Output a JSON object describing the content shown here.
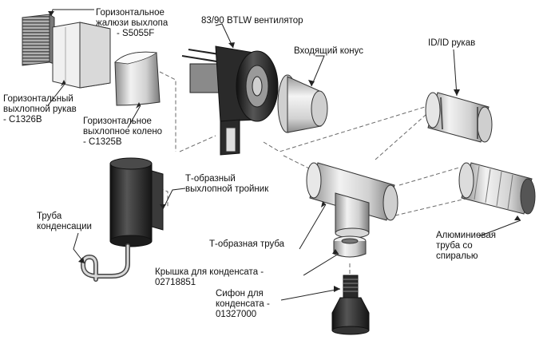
{
  "labels": {
    "louver": [
      "Горизонтальное",
      "жалюзи выхлопа",
      "- S5055F"
    ],
    "fan": [
      "83/90 BTLW вентилятор"
    ],
    "inlet_cone": [
      "Входящий конус"
    ],
    "sleeve": [
      "ID/ID рукав"
    ],
    "horizontal_sleeve": [
      "Горизонтальный",
      "выхлопной рукав",
      "- C1326B"
    ],
    "elbow": [
      "Горизонтальное",
      "выхлопное колено",
      "- C1325B"
    ],
    "tee_exhaust": [
      "Т-образный",
      "выхлопной тройник"
    ],
    "condensate_pipe": [
      "Труба",
      "конденсации"
    ],
    "tee_pipe": [
      "Т-образная труба"
    ],
    "aluminum_pipe": [
      "Алюминиевая",
      "труба со",
      "спиралью"
    ],
    "condensate_cap": [
      "Крышка для конденсата -",
      "02718851"
    ],
    "siphon": [
      "Сифон для",
      "конденсата -",
      "01327000"
    ]
  },
  "colors": {
    "line": "#3a3a3a",
    "metal_light": "#eeeeee",
    "metal_mid": "#b8b8b8",
    "metal_dark": "#6e6e6e",
    "black": "#1c1c1c",
    "dash": "#6a6a6a"
  }
}
